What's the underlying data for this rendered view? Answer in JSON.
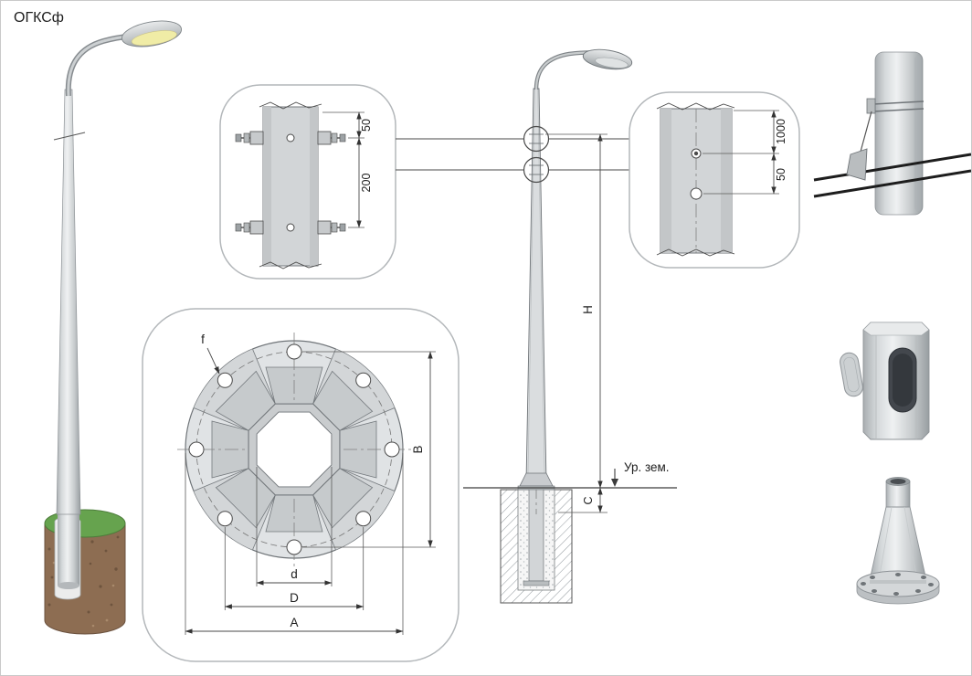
{
  "title": "ОГКСф",
  "colors": {
    "grass_green": "#66a34e",
    "soil_brown": "#8d6d52",
    "lamp_glow": "#f0eca6"
  },
  "detail_top_clamp": {
    "dim_upper": "50",
    "dim_lower": "200"
  },
  "detail_side_holes": {
    "dim_upper": "1000",
    "dim_lower": "50"
  },
  "elevation": {
    "height_dim": "H",
    "embed_dim": "C",
    "ground_label": "Ур. зем."
  },
  "flange_plan": {
    "hole_dim": "f",
    "vertical_dim": "B",
    "inner_dim": "d",
    "bolt_circle_dim": "D",
    "outer_dim": "A"
  }
}
